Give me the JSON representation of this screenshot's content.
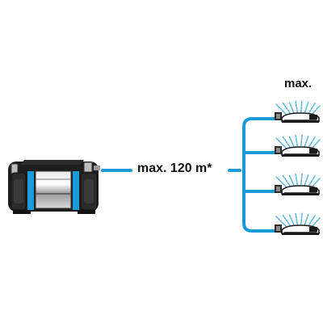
{
  "distance_label": "max. 120 m*",
  "sprinkler_caption": "max.",
  "colors": {
    "accent_hose": "#1a9ad6",
    "pump_body": "#1e1e1e",
    "pump_accent": "#1a9ad6",
    "spray": "#5ab8e0"
  },
  "icons": {
    "pump": "water-pump-icon",
    "sprinkler": "sprinkler-icon"
  },
  "sprinkler_count": 4
}
